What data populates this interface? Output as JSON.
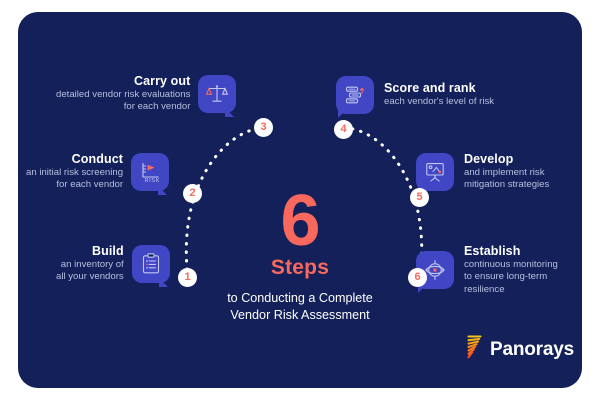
{
  "canvas": {
    "background": "#ffffff",
    "panel_color": "#132059",
    "accent_color": "#f9685c",
    "icon_tile_color": "#4046c4",
    "body_text_color": "#b9bfe0",
    "title_text_color": "#ffffff"
  },
  "center": {
    "number": "6",
    "steps_word": "Steps",
    "tagline": "to Conducting a Complete\nVendor Risk Assessment"
  },
  "steps": [
    {
      "number": "1",
      "side": "left",
      "title": "Build",
      "description": "an inventory of\nall your vendors",
      "icon": "clipboard-checklist-icon"
    },
    {
      "number": "2",
      "side": "left",
      "title": "Conduct",
      "description": "an initial risk screening\nfor each vendor",
      "icon": "risk-gauge-icon"
    },
    {
      "number": "3",
      "side": "left",
      "title": "Carry out",
      "description": "detailed vendor risk evaluations\nfor each vendor",
      "icon": "scales-balance-icon"
    },
    {
      "number": "4",
      "side": "right",
      "title": "Score and rank",
      "description": "each vendor's level of risk",
      "icon": "ranking-bars-icon"
    },
    {
      "number": "5",
      "side": "right",
      "title": "Develop",
      "description": "and implement risk\nmitigation strategies",
      "icon": "presentation-board-icon"
    },
    {
      "number": "6",
      "side": "right",
      "title": "Establish",
      "description": "continuous monitoring\nto ensure long-term\nresilience",
      "icon": "radar-target-icon"
    }
  ],
  "logo": {
    "text": "Panorays",
    "mark": "panorays-flame-mark"
  }
}
